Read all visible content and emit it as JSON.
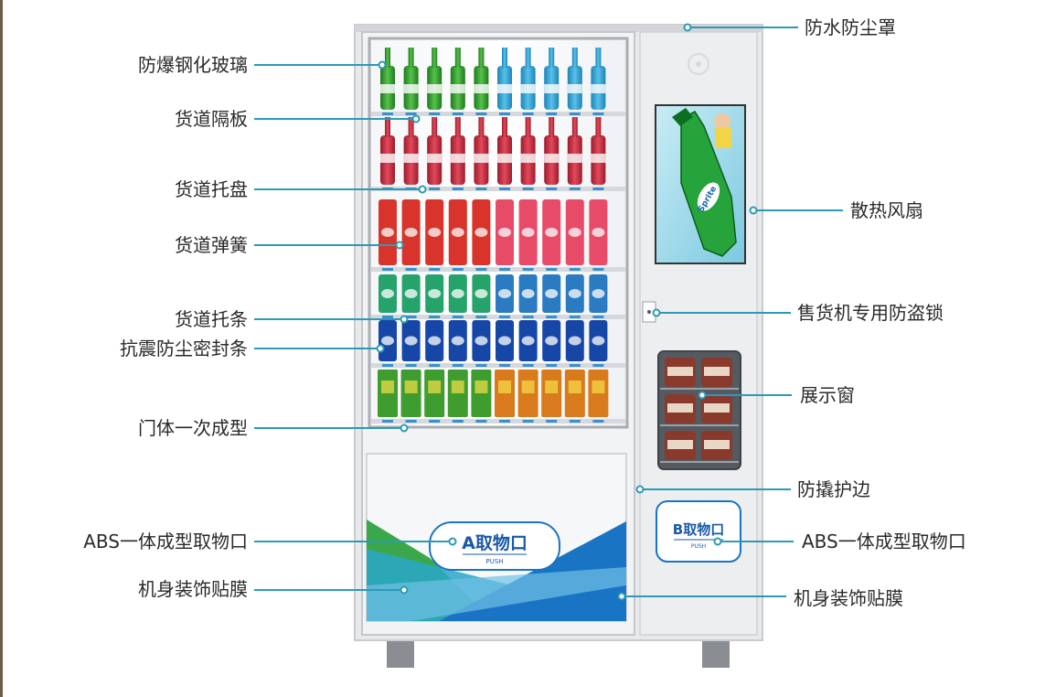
{
  "left_labels": [
    {
      "id": "explosion-proof-glass",
      "text": "防爆钢化玻璃"
    },
    {
      "id": "lane-divider",
      "text": "货道隔板"
    },
    {
      "id": "lane-tray",
      "text": "货道托盘"
    },
    {
      "id": "lane-spring",
      "text": "货道弹簧"
    },
    {
      "id": "lane-bracket",
      "text": "货道托条"
    },
    {
      "id": "anti-shock-seal",
      "text": "抗震防尘密封条"
    },
    {
      "id": "one-piece-door",
      "text": "门体一次成型"
    },
    {
      "id": "abs-pickup-port-a",
      "text": "ABS一体成型取物口"
    },
    {
      "id": "body-decal-left",
      "text": "机身装饰贴膜"
    }
  ],
  "right_labels": [
    {
      "id": "waterproof-cover",
      "text": "防水防尘罩"
    },
    {
      "id": "cooling-fan",
      "text": "散热风扇"
    },
    {
      "id": "anti-theft-lock",
      "text": "售货机专用防盗锁"
    },
    {
      "id": "display-window",
      "text": "展示窗"
    },
    {
      "id": "anti-pry-edge",
      "text": "防撬护边"
    },
    {
      "id": "abs-pickup-port-b",
      "text": "ABS一体成型取物口"
    },
    {
      "id": "body-decal-right",
      "text": "机身装饰贴膜"
    }
  ],
  "machine": {
    "pickup_a_label": "A取物口",
    "pickup_a_sub": "PUSH",
    "pickup_b_label": "B取物口",
    "pickup_b_sub": "PUSH",
    "screen_brand": "Sprite"
  },
  "colors": {
    "leader_line": "#2d9ab5",
    "leader_dot": "#2d9ab5",
    "machine_frame": "#e6e7e9",
    "decal_green": "#3aa84a",
    "decal_blue": "#1a74c4",
    "decal_teal": "#2aa7c8"
  }
}
